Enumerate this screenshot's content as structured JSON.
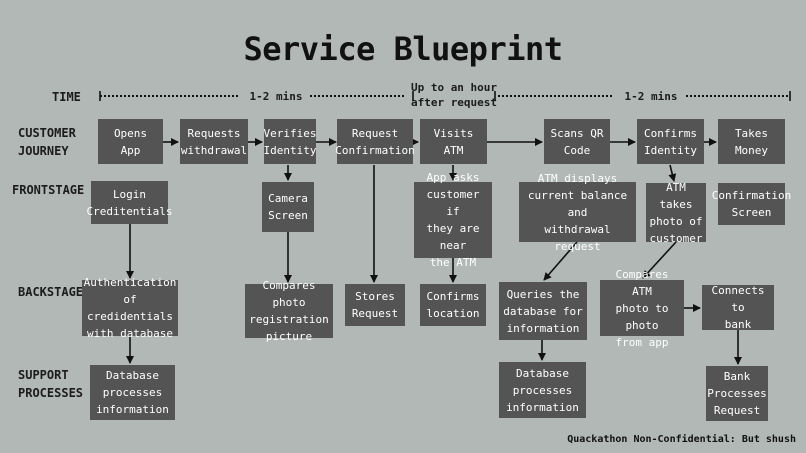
{
  "title": "Service Blueprint",
  "rows": {
    "time": "TIME",
    "customer_journey": "CUSTOMER\nJOURNEY",
    "frontstage": "FRONTSTAGE",
    "backstage": "BACKSTAGE",
    "support": "SUPPORT\nPROCESSES"
  },
  "time_labels": {
    "first": "1-2 mins",
    "middle": "Up to an hour\nafter request",
    "last": "1-2 mins"
  },
  "boxes": {
    "opens_app": "Opens App",
    "requests_withdrawal": "Requests\nwithdrawal",
    "verifies_identity": "Verifies\nIdentity",
    "request_confirmation": "Request\nConfirmation",
    "visits_atm": "Visits ATM",
    "scans_qr": "Scans QR\nCode",
    "confirms_identity": "Confirms\nIdentity",
    "takes_money": "Takes\nMoney",
    "login_credentials": "Login\nCreditentials",
    "camera_screen": "Camera\nScreen",
    "app_asks": "App asks\ncustomer if\nthey are near\nthe ATM",
    "atm_displays": "ATM displays\ncurrent balance and\nwithdrawal request",
    "atm_takes_photo": "ATM takes\nphoto of\ncustomer",
    "confirmation_screen": "Confirmation\nScreen",
    "authentication": "Authentication\nof  credidentials\nwith database",
    "compares_photo": "Compares photo\nregistration\npicture",
    "stores_request": "Stores\nRequest",
    "confirms_location": "Confirms\nlocation",
    "queries_database": "Queries the\ndatabase for\ninformation",
    "compares_atm_photo": "Compares ATM\nphoto to photo\nfrom app",
    "connects_bank": "Connects to\nbank",
    "db_processes_1": "Database\nprocesses\ninformation",
    "db_processes_2": "Database\nprocesses\ninformation",
    "bank_processes": "Bank\nProcesses\nRequest"
  },
  "footer": "Quackathon Non-Confidential: But shush"
}
